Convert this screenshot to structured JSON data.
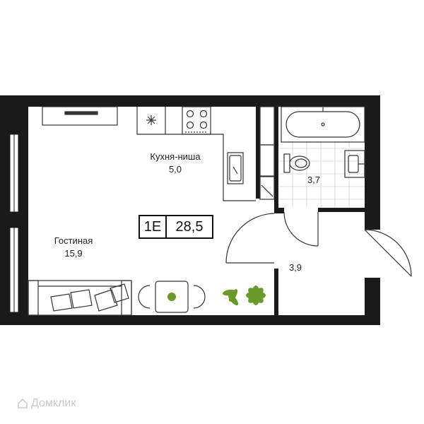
{
  "apartment": {
    "type_code": "1E",
    "total_area": "28,5"
  },
  "rooms": {
    "kitchen": {
      "name": "Кухня-ниша",
      "area": "5,0"
    },
    "living": {
      "name": "Гостиная",
      "area": "15,9"
    },
    "bathroom": {
      "area": "3,7"
    },
    "hallway": {
      "area": "3,9"
    }
  },
  "watermark": {
    "text": "Домклик"
  },
  "colors": {
    "wall": "#1a1a1a",
    "line": "#333333",
    "plant": "#6a9a2a",
    "tile": "#d9e2e8"
  }
}
